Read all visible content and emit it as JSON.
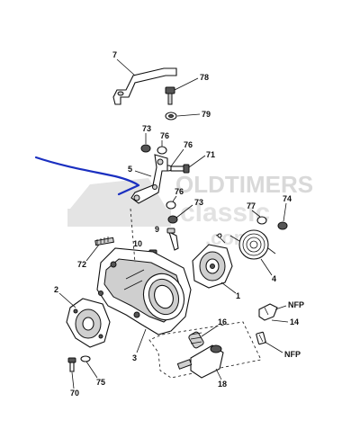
{
  "watermark": {
    "line1": "OLDTIMERS",
    "line2": "classic",
    "line3": ".com"
  },
  "labels": {
    "p1": "1",
    "p2": "2",
    "p3": "3",
    "p4": "4",
    "p5": "5",
    "p7": "7",
    "p9": "9",
    "p10": "10",
    "p14": "14",
    "p16": "16",
    "p18": "18",
    "p70": "70",
    "p71": "71",
    "p72": "72",
    "p73a": "73",
    "p73b": "73",
    "p74": "74",
    "p75": "75",
    "p76a": "76",
    "p76b": "76",
    "p76c": "76",
    "p77": "77",
    "p78": "78",
    "p79": "79",
    "nfp1": "NFP",
    "nfp2": "NFP"
  },
  "annotation_color": "#1a2fc0"
}
